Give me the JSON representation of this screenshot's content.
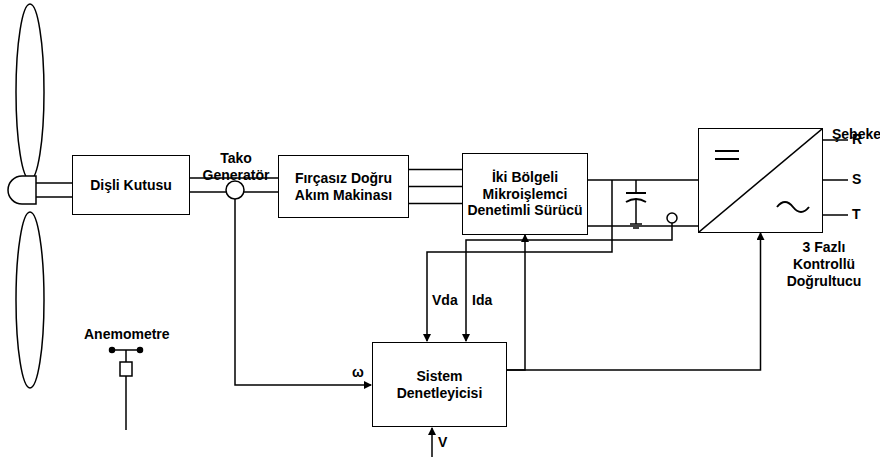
{
  "diagram": {
    "nodes": [
      {
        "text": [
          "Dişli Kutusu"
        ]
      },
      {
        "text": [
          "Fırçasız Doğru Akım Makinası"
        ]
      },
      {
        "text": [
          "İki Bölgeli Mikroişlemci Denetimli Sürücü"
        ]
      },
      {
        "text": [
          "3 Fazlı Kontrollü Doğrultucu"
        ]
      },
      {
        "text": [
          "Sistem Denetleyicisi"
        ]
      }
    ],
    "edges": [
      {
        "from": 0,
        "to": 1,
        "arrow": "none"
      },
      {
        "from": 1,
        "to": 2,
        "arrow": "none"
      },
      {
        "from": 2,
        "to": 3,
        "arrow": "none"
      },
      {
        "from": 4,
        "to": 2,
        "arrow": "to"
      },
      {
        "from": 4,
        "to": 3,
        "arrow": "to"
      }
    ],
    "labels": [
      "Tako Generatör",
      "Şebeke",
      "R",
      "S",
      "T",
      "Anemometre",
      "Vda",
      "Ida",
      "ω",
      "V"
    ]
  }
}
